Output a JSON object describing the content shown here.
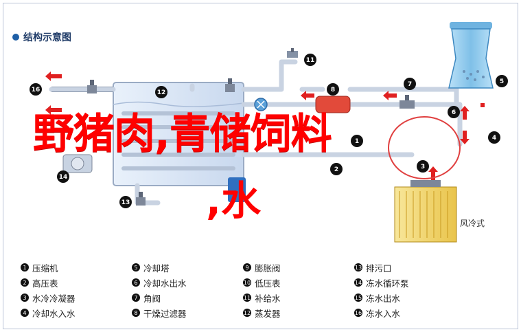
{
  "title": "结构示意图",
  "overlay": {
    "main": "野猪肉,青储饲料",
    "sub": ",水"
  },
  "component_labels": {
    "air_cooled": "风冷式"
  },
  "callouts": [
    "1",
    "2",
    "3",
    "4",
    "5",
    "6",
    "7",
    "8",
    "11",
    "12",
    "13",
    "14",
    "16"
  ],
  "legend": [
    {
      "num": "1",
      "label": "压缩机"
    },
    {
      "num": "2",
      "label": "高压表"
    },
    {
      "num": "3",
      "label": "水冷冷凝器"
    },
    {
      "num": "4",
      "label": "冷却水入水"
    },
    {
      "num": "5",
      "label": "冷却塔"
    },
    {
      "num": "6",
      "label": "冷却水出水"
    },
    {
      "num": "7",
      "label": "角阀"
    },
    {
      "num": "8",
      "label": "干燥过滤器"
    },
    {
      "num": "9",
      "label": "膨胀阀"
    },
    {
      "num": "10",
      "label": "低压表"
    },
    {
      "num": "11",
      "label": "补给水"
    },
    {
      "num": "12",
      "label": "蒸发器"
    },
    {
      "num": "13",
      "label": "排污口"
    },
    {
      "num": "14",
      "label": "冻水循环泵"
    },
    {
      "num": "15",
      "label": "冻水出水"
    },
    {
      "num": "16",
      "label": "冻水入水"
    }
  ],
  "colors": {
    "pipe": "#c9d3e2",
    "pipe_dark": "#8e9bb0",
    "tank": "#dfe9f5",
    "arrow": "#e02020",
    "overlay_text": "#ff0000",
    "cooling_tower": "#8ec5ea",
    "condenser_coil": "#f6d86a"
  }
}
